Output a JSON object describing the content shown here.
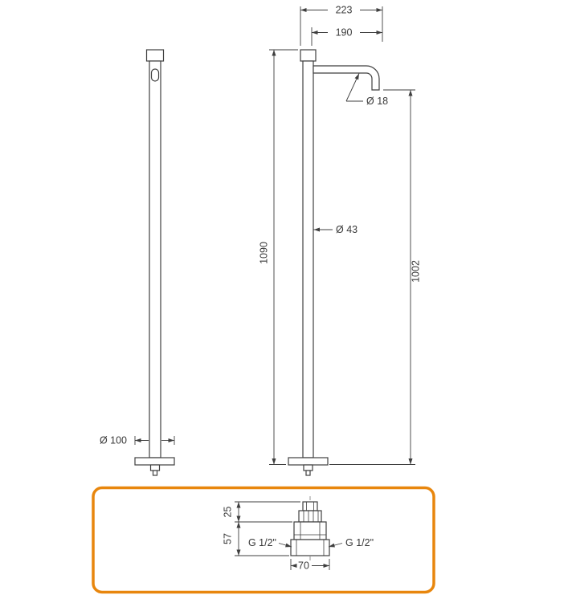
{
  "drawing": {
    "dims": {
      "overall_width": "223",
      "spout_reach": "190",
      "spout_diameter": "Ø 18",
      "column_diameter": "Ø 43",
      "overall_height": "1090",
      "spout_outlet_height": "1002",
      "base_diameter": "Ø 100"
    },
    "detail": {
      "stem_height": "25",
      "body_height": "57",
      "base_width": "70",
      "thread_left": "G 1/2\"",
      "thread_right": "G 1/2\""
    },
    "colors": {
      "line": "#3f3f3f",
      "highlight": "#e8860d"
    }
  }
}
